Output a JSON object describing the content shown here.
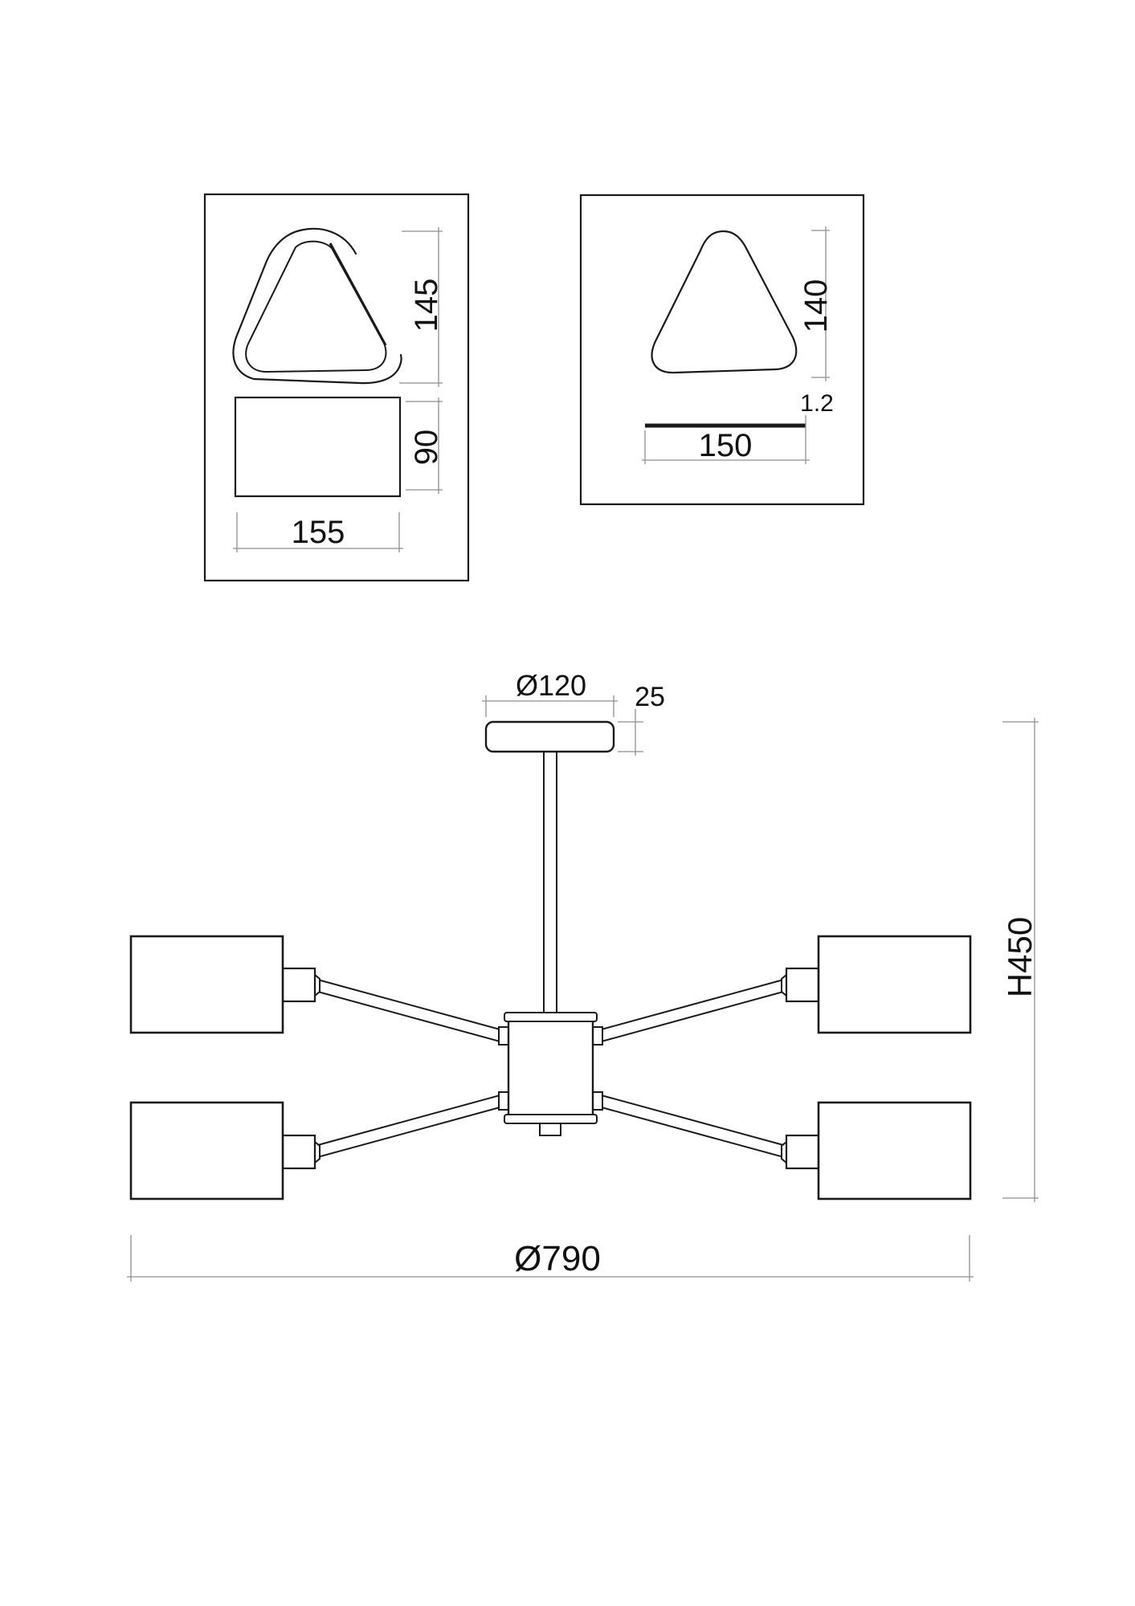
{
  "page": {
    "background": "#ffffff",
    "ink_color": "#1a1a1a",
    "dimension_line_color": "#8f8f8f"
  },
  "left_detail_panel": {
    "description": "shade top-view (coiled strip) and front-view rectangle",
    "shade_coil_height_label": "145",
    "shade_front_height_label": "90",
    "shade_front_width_label": "155"
  },
  "right_detail_panel": {
    "description": "shade outline and flat strip thickness",
    "shade_outline_height_label": "140",
    "strip_thickness_label": "1.2",
    "strip_width_label": "150"
  },
  "main_view": {
    "description": "4-arm ceiling chandelier elevation",
    "canopy_diameter_label": "Ø120",
    "canopy_height_label": "25",
    "overall_height_label": "H450",
    "overall_diameter_label": "Ø790"
  }
}
